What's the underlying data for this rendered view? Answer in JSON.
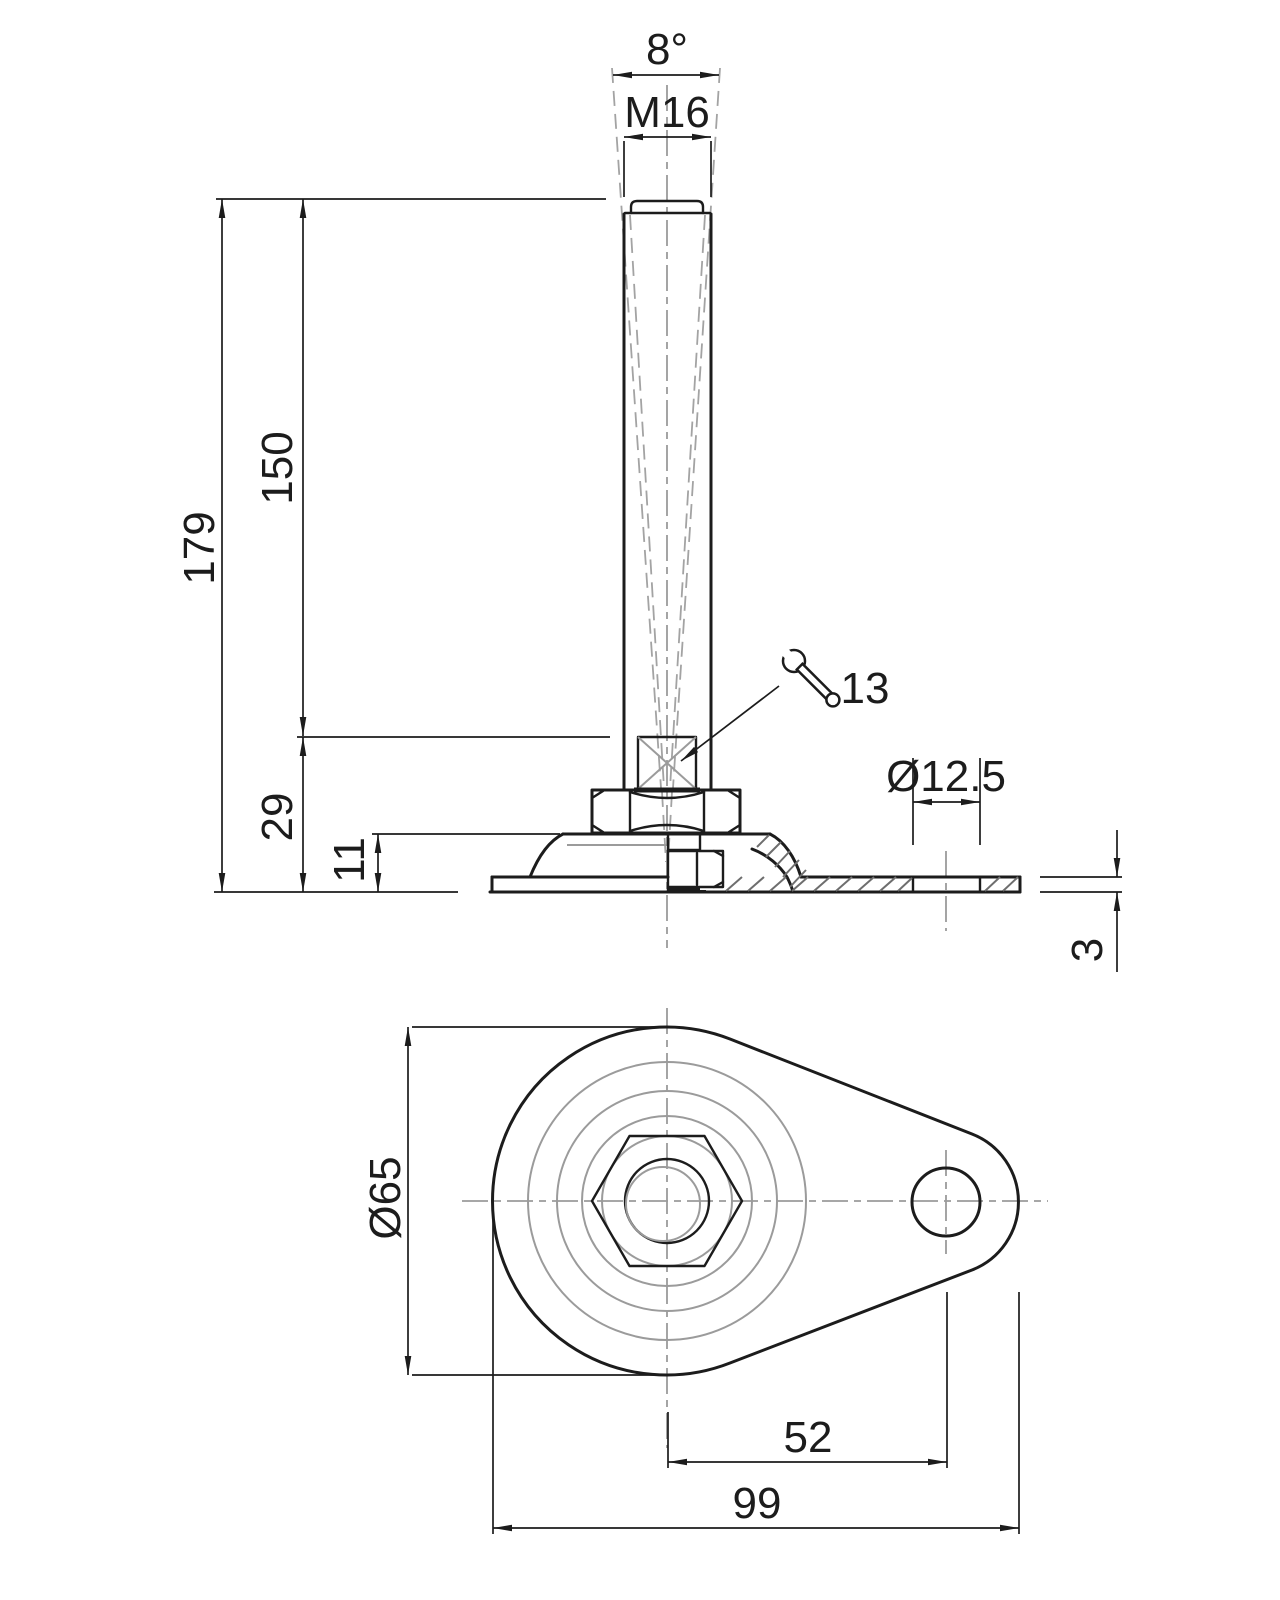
{
  "drawing": {
    "description": "Engineering drawing of an adjustable levelling machine foot: side elevation (half section) and bottom view",
    "colors": {
      "outline": "#1c1c1c",
      "auxiliary_gray": "#9b9b9b",
      "hatch": "#6e6e6e",
      "background": "#ffffff"
    },
    "labels": {
      "tilt_angle": "8°",
      "thread": "M16",
      "total_height": "179",
      "stem_length": "150",
      "base_height": "29",
      "dome_height": "11",
      "wrench_size": "13",
      "hole_diameter": "Ø12.5",
      "plate_thickness": "3",
      "base_diameter": "Ø65",
      "hole_center_offset": "52",
      "base_length": "99"
    }
  }
}
